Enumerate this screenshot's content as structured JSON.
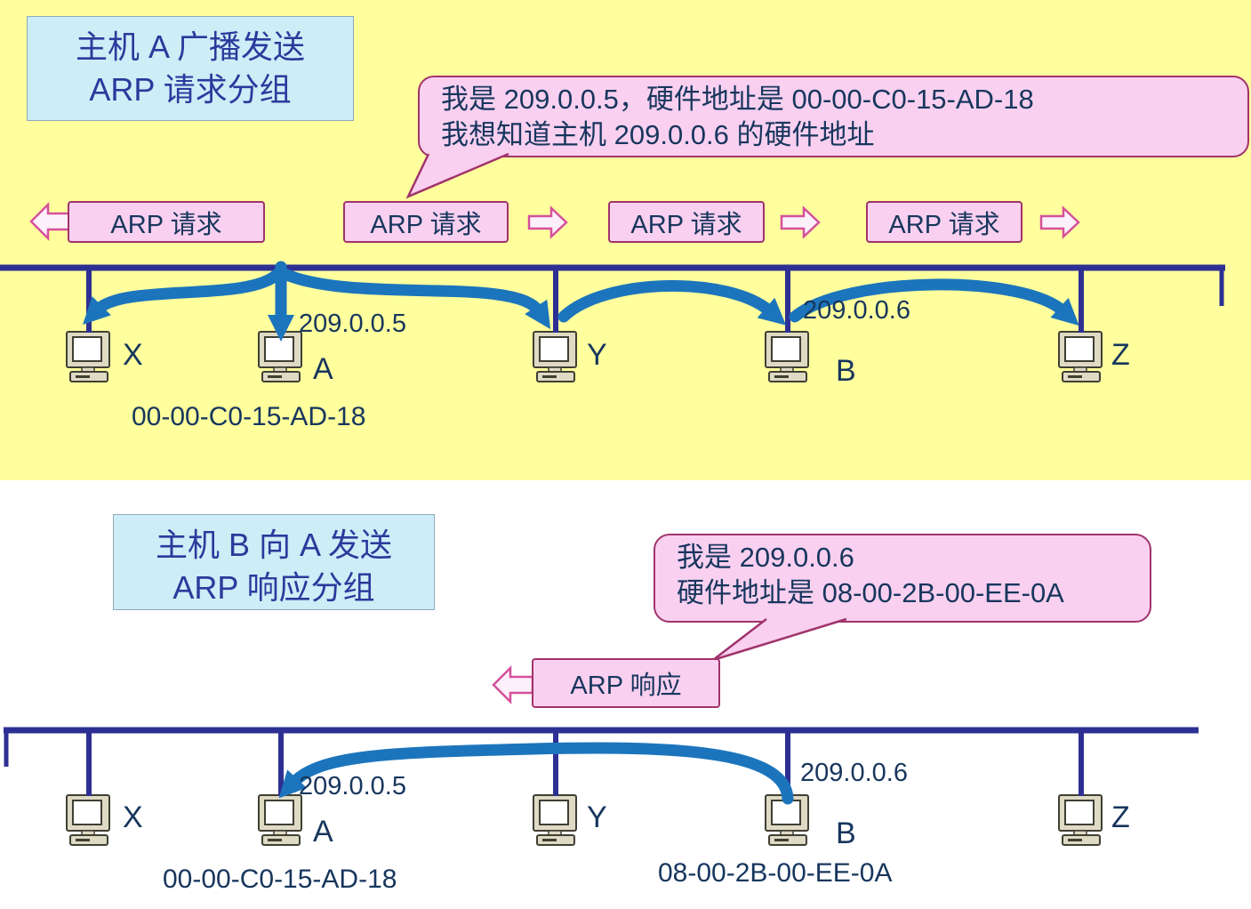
{
  "colors": {
    "panel1_background": "#FFFF9E",
    "title_box_fill": "#CDEDF7",
    "title_text_blue": "#2B3A9C",
    "pink_fill": "#F9D0F0",
    "pink_border": "#A0336B",
    "bus_line_navy": "#2D3092",
    "broadcast_arrow_blue": "#1C75BC",
    "label_text_navy": "#17365D"
  },
  "panel1": {
    "title_line1": "主机 A 广播发送",
    "title_line2": "ARP 请求分组",
    "bubble_line1": "我是 209.0.0.5，硬件地址是 00-00-C0-15-AD-18",
    "bubble_line2": "我想知道主机 209.0.0.6 的硬件地址",
    "arp_boxes": [
      "ARP 请求",
      "ARP 请求",
      "ARP 请求",
      "ARP 请求"
    ],
    "hosts": {
      "x": {
        "label": "X"
      },
      "a": {
        "label": "A",
        "ip": "209.0.0.5",
        "mac": "00-00-C0-15-AD-18"
      },
      "y": {
        "label": "Y"
      },
      "b": {
        "label": "B",
        "ip": "209.0.0.6"
      },
      "z": {
        "label": "Z"
      }
    }
  },
  "panel2": {
    "title_line1": "主机 B 向 A 发送",
    "title_line2": "ARP 响应分组",
    "bubble_line1": "我是 209.0.0.6",
    "bubble_line2": "硬件地址是 08-00-2B-00-EE-0A",
    "arp_box": "ARP 响应",
    "hosts": {
      "x": {
        "label": "X"
      },
      "a": {
        "label": "A",
        "ip": "209.0.0.5",
        "mac": "00-00-C0-15-AD-18"
      },
      "y": {
        "label": "Y"
      },
      "b": {
        "label": "B",
        "ip": "209.0.0.6",
        "mac": "08-00-2B-00-EE-0A"
      },
      "z": {
        "label": "Z"
      }
    }
  }
}
